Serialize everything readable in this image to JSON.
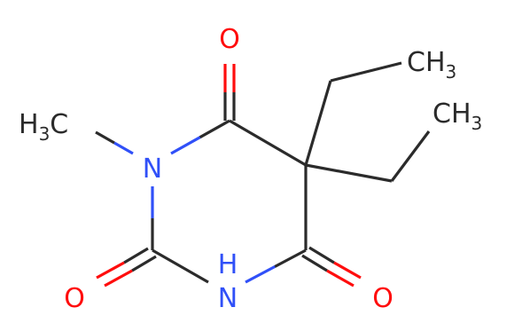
{
  "structure": {
    "atoms": {
      "o_top": "O",
      "o_left": "O",
      "o_right": "O",
      "n_methyl": "N",
      "n_h": "N",
      "h_on_n": "H",
      "methyl_h": "H",
      "methyl_sub": "3",
      "methyl_c": "C",
      "ethyl1_ch": "CH",
      "ethyl1_sub": "3",
      "ethyl2_ch": "CH",
      "ethyl2_sub": "3"
    },
    "colors": {
      "carbon": "#2b2b2b",
      "oxygen": "#ff0d0d",
      "nitrogen": "#3050f8"
    }
  }
}
